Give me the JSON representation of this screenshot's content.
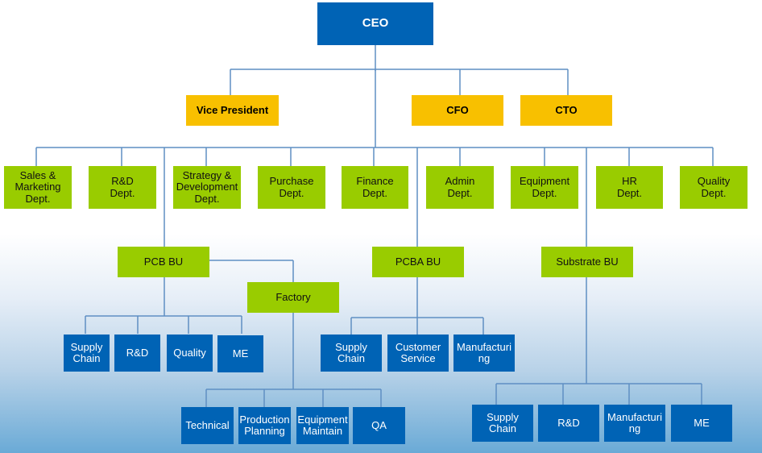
{
  "colors": {
    "executive": "#0063b5",
    "officer": "#f8c000",
    "department": "#99cc00",
    "unit": "#0063b5",
    "connector": "#5f8fc3"
  },
  "ceo": {
    "label": "CEO"
  },
  "officers": [
    {
      "label": "Vice President"
    },
    {
      "label": "CFO"
    },
    {
      "label": "CTO"
    }
  ],
  "departments": [
    {
      "label": "Sales &\nMarketing\nDept."
    },
    {
      "label": "R&D\nDept."
    },
    {
      "label": "Strategy &\nDevelopment\nDept."
    },
    {
      "label": "Purchase\nDept."
    },
    {
      "label": "Finance\nDept."
    },
    {
      "label": "Admin\nDept."
    },
    {
      "label": "Equipment\nDept."
    },
    {
      "label": "HR\nDept."
    },
    {
      "label": "Quality\nDept."
    }
  ],
  "business_units": [
    {
      "label": "PCB BU"
    },
    {
      "label": "PCBA BU"
    },
    {
      "label": "Substrate BU"
    }
  ],
  "factory": {
    "label": "Factory"
  },
  "pcb_units": [
    {
      "label": "Supply\nChain"
    },
    {
      "label": "R&D"
    },
    {
      "label": "Quality"
    },
    {
      "label": "ME"
    }
  ],
  "pcba_units": [
    {
      "label": "Supply\nChain"
    },
    {
      "label": "Customer\nService"
    },
    {
      "label": "Manufacturi\nng"
    }
  ],
  "factory_units": [
    {
      "label": "Technical"
    },
    {
      "label": "Production\nPlanning"
    },
    {
      "label": "Equipment\nMaintain"
    },
    {
      "label": "QA"
    }
  ],
  "substrate_units": [
    {
      "label": "Supply\nChain"
    },
    {
      "label": "R&D"
    },
    {
      "label": "Manufacturi\nng"
    },
    {
      "label": "ME"
    }
  ]
}
